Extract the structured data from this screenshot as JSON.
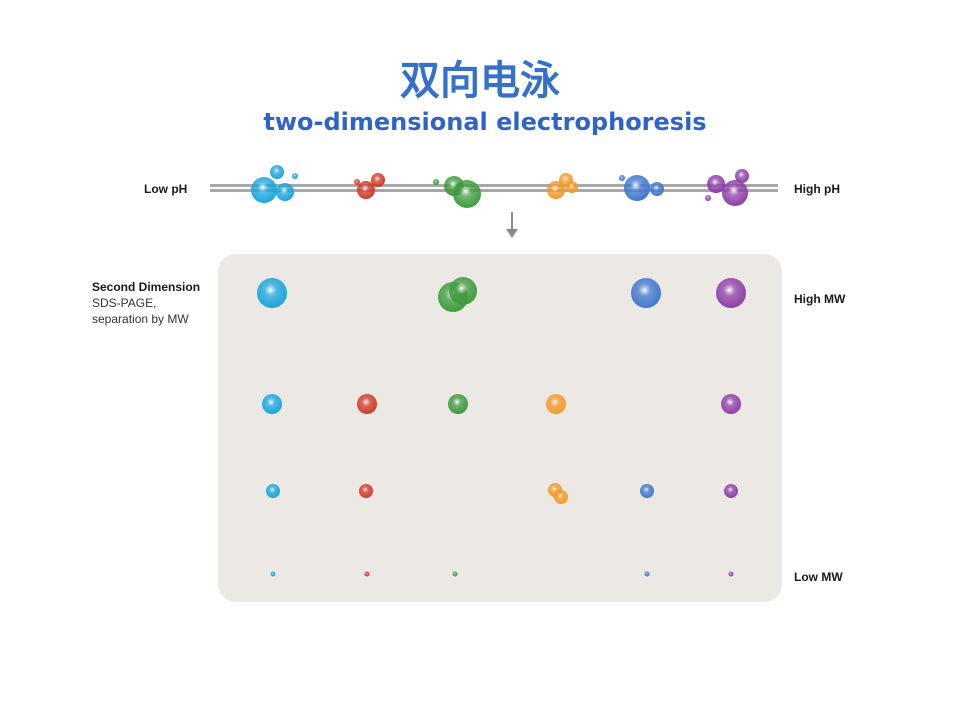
{
  "title": "双向电泳",
  "subtitle": "two-dimensional electrophoresis",
  "first_dimension": {
    "low_label": "Low pH",
    "high_label": "High pH"
  },
  "second_dimension": {
    "heading": "Second Dimension",
    "line1": "SDS-PAGE,",
    "line2": "separation by MW",
    "high_label": "High MW",
    "low_label": "Low MW"
  },
  "colors": {
    "title": "#3570c9",
    "cyan": "#1aa6dd",
    "red": "#d13b2a",
    "green": "#3e9b3e",
    "orange": "#f39a2a",
    "blue": "#3f78d0",
    "purple": "#8e3fa8",
    "panel": "#ece9e5",
    "bar": "#9a9a9a",
    "arrow": "#8a8a8a"
  },
  "icons": {
    "arrow": "down-arrow-icon"
  }
}
